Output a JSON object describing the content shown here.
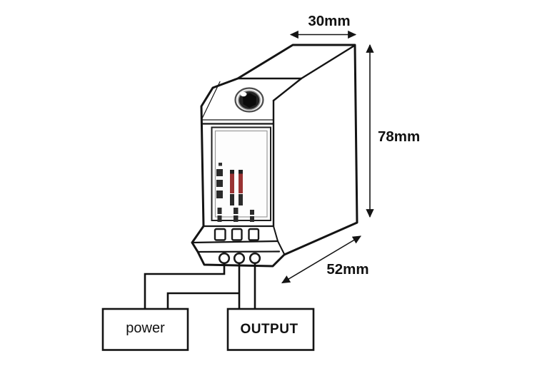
{
  "dimensions": {
    "width": "30mm",
    "height": "78mm",
    "depth": "52mm"
  },
  "wiring": {
    "power_label": "power",
    "output_label": "OUTPUT"
  },
  "module": {
    "terminal_slots": 3,
    "terminal_screws": 3,
    "icons": {
      "knob": "adjustment-knob-icon",
      "arrows": "dimension-arrow-icon"
    }
  },
  "colors": {
    "line": "#141414",
    "red_marking": "#993333",
    "marking_dark": "#2b2b2b",
    "background": "#ffffff"
  }
}
